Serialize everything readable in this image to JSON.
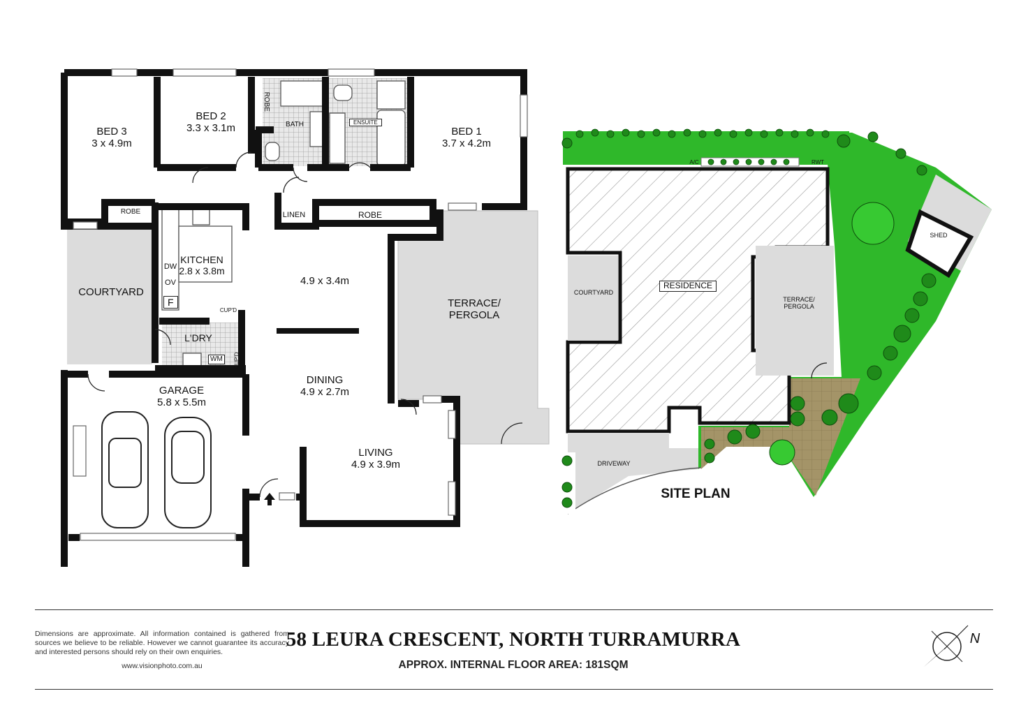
{
  "floor_plan": {
    "rooms": [
      {
        "name": "BED 3",
        "dims": "3 x 4.9m"
      },
      {
        "name": "BED 2",
        "dims": "3.3 x 3.1m"
      },
      {
        "name": "BED 1",
        "dims": "3.7 x 4.2m"
      },
      {
        "name": "KITCHEN",
        "dims": "2.8 x 3.8m"
      },
      {
        "name": "",
        "dims": "4.9 x 3.4m"
      },
      {
        "name": "DINING",
        "dims": "4.9 x 2.7m"
      },
      {
        "name": "LIVING",
        "dims": "4.9 x 3.9m"
      },
      {
        "name": "GARAGE",
        "dims": "5.8 x 5.5m"
      },
      {
        "name": "TERRACE/ PERGOLA",
        "dims": ""
      },
      {
        "name": "COURTYARD",
        "dims": ""
      },
      {
        "name": "L'DRY",
        "dims": ""
      }
    ],
    "small_labels": {
      "robe_bed2": "ROBE",
      "robe_bed3": "ROBE",
      "robe_hall": "ROBE",
      "linen": "LINEN",
      "bath": "BATH",
      "ensuite": "ENSUITE",
      "dw": "DW",
      "ov": "OV",
      "f": "F",
      "cupd": "CUP'D",
      "cupd2": "CUP'D",
      "wm": "WM"
    }
  },
  "site_plan": {
    "title": "SITE PLAN",
    "labels": {
      "residence": "RESIDENCE",
      "courtyard": "COURTYARD",
      "terrace_line1": "TERRACE/",
      "terrace_line2": "PERGOLA",
      "shed": "SHED",
      "driveway": "DRIVEWAY",
      "ac": "A/C",
      "rwt": "RWT"
    }
  },
  "footer": {
    "disclaimer": "Dimensions are approximate. All information contained is gathered from sources we believe to be reliable. However we cannot guarantee its accuracy and interested persons should rely on their own enquiries.",
    "website": "www.visionphoto.com.au",
    "address": "58 LEURA CRESCENT, NORTH TURRAMURRA",
    "floor_area": "APPROX. INTERNAL FLOOR AREA: 181SQM",
    "compass_letter": "N"
  },
  "colors": {
    "wall": "#111111",
    "outdoor_grey": "#dcdcdc",
    "lawn_green": "#2fb82a",
    "garden_brown": "#9b8a5e",
    "tile_grey": "#b9b9b9"
  }
}
